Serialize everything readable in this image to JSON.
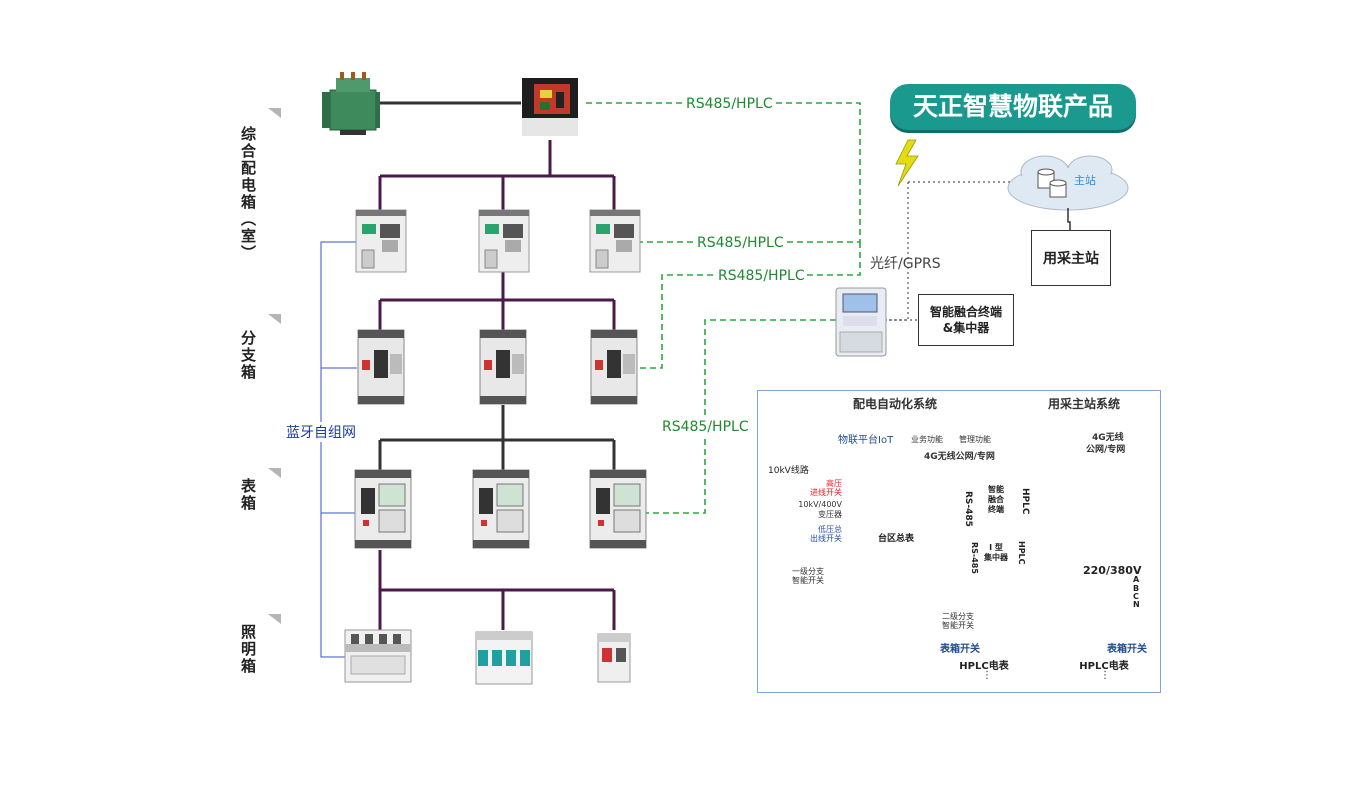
{
  "sections": [
    {
      "id": "main",
      "label": "综合配电箱（室）"
    },
    {
      "id": "branch",
      "label": "分支箱"
    },
    {
      "id": "meter",
      "label": "表箱"
    },
    {
      "id": "lighting",
      "label": "照明箱"
    }
  ],
  "banner": "天正智慧物联产品",
  "links": {
    "rs485_1": "RS485/HPLC",
    "rs485_2": "RS485/HPLC",
    "rs485_3": "RS485/HPLC",
    "rs485_4": "RS485/HPLC",
    "fiber": "光纤/GPRS",
    "bluetooth": "蓝牙自组网"
  },
  "master_station": {
    "cloud_label": "主站",
    "box_label": "用采主站"
  },
  "terminal": {
    "label_line1": "智能融合终端",
    "label_line2": "&集中器"
  },
  "inset": {
    "top_left": "配电自动化系统",
    "top_right": "用采主站系统",
    "iot": "物联平台IoT",
    "iot_sub1": "业务功能",
    "iot_sub2": "管理功能",
    "wireless_right_1": "4G无线",
    "wireless_right_2": "公网/专网",
    "wireless_mid": "4G无线公网/专网",
    "line_10kv": "10kV线路",
    "hv_switch_1": "高压",
    "hv_switch_2": "进线开关",
    "transformer_1": "10kV/400V",
    "transformer_2": "变压器",
    "lv_switch_1": "低压总",
    "lv_switch_2": "出线开关",
    "area_meter": "台区总表",
    "rs485_a": "RS-485",
    "fusion_1": "智能",
    "fusion_2": "融合",
    "fusion_3": "终端",
    "hplc_a": "HPLC",
    "rs485_b": "RS-485",
    "conc_1": "I 型",
    "conc_2": "集中器",
    "hplc_b": "HPLC",
    "voltage": "220/380V",
    "phases": [
      "A",
      "B",
      "C",
      "N"
    ],
    "level1_1": "一级分支",
    "level1_2": "智能开关",
    "level2_1": "二级分支",
    "level2_2": "智能开关",
    "meterbox_left": "表箱开关",
    "meterbox_right": "表箱开关",
    "hplc_meter_left": "HPLC电表",
    "hplc_meter_right": "HPLC电表",
    "dots": "⋮"
  },
  "colors": {
    "teal": "#1a9a8e",
    "bus": "#4a1a4a",
    "green_dash": "#2aa83a",
    "blue_line": "#3a4fd0",
    "phaseA": "#e3c81e",
    "phaseB": "#2aa83a",
    "phaseC": "#e02020",
    "phaseN": "#222222",
    "orange": "#e8731f",
    "peach": "#f4c6a6"
  }
}
